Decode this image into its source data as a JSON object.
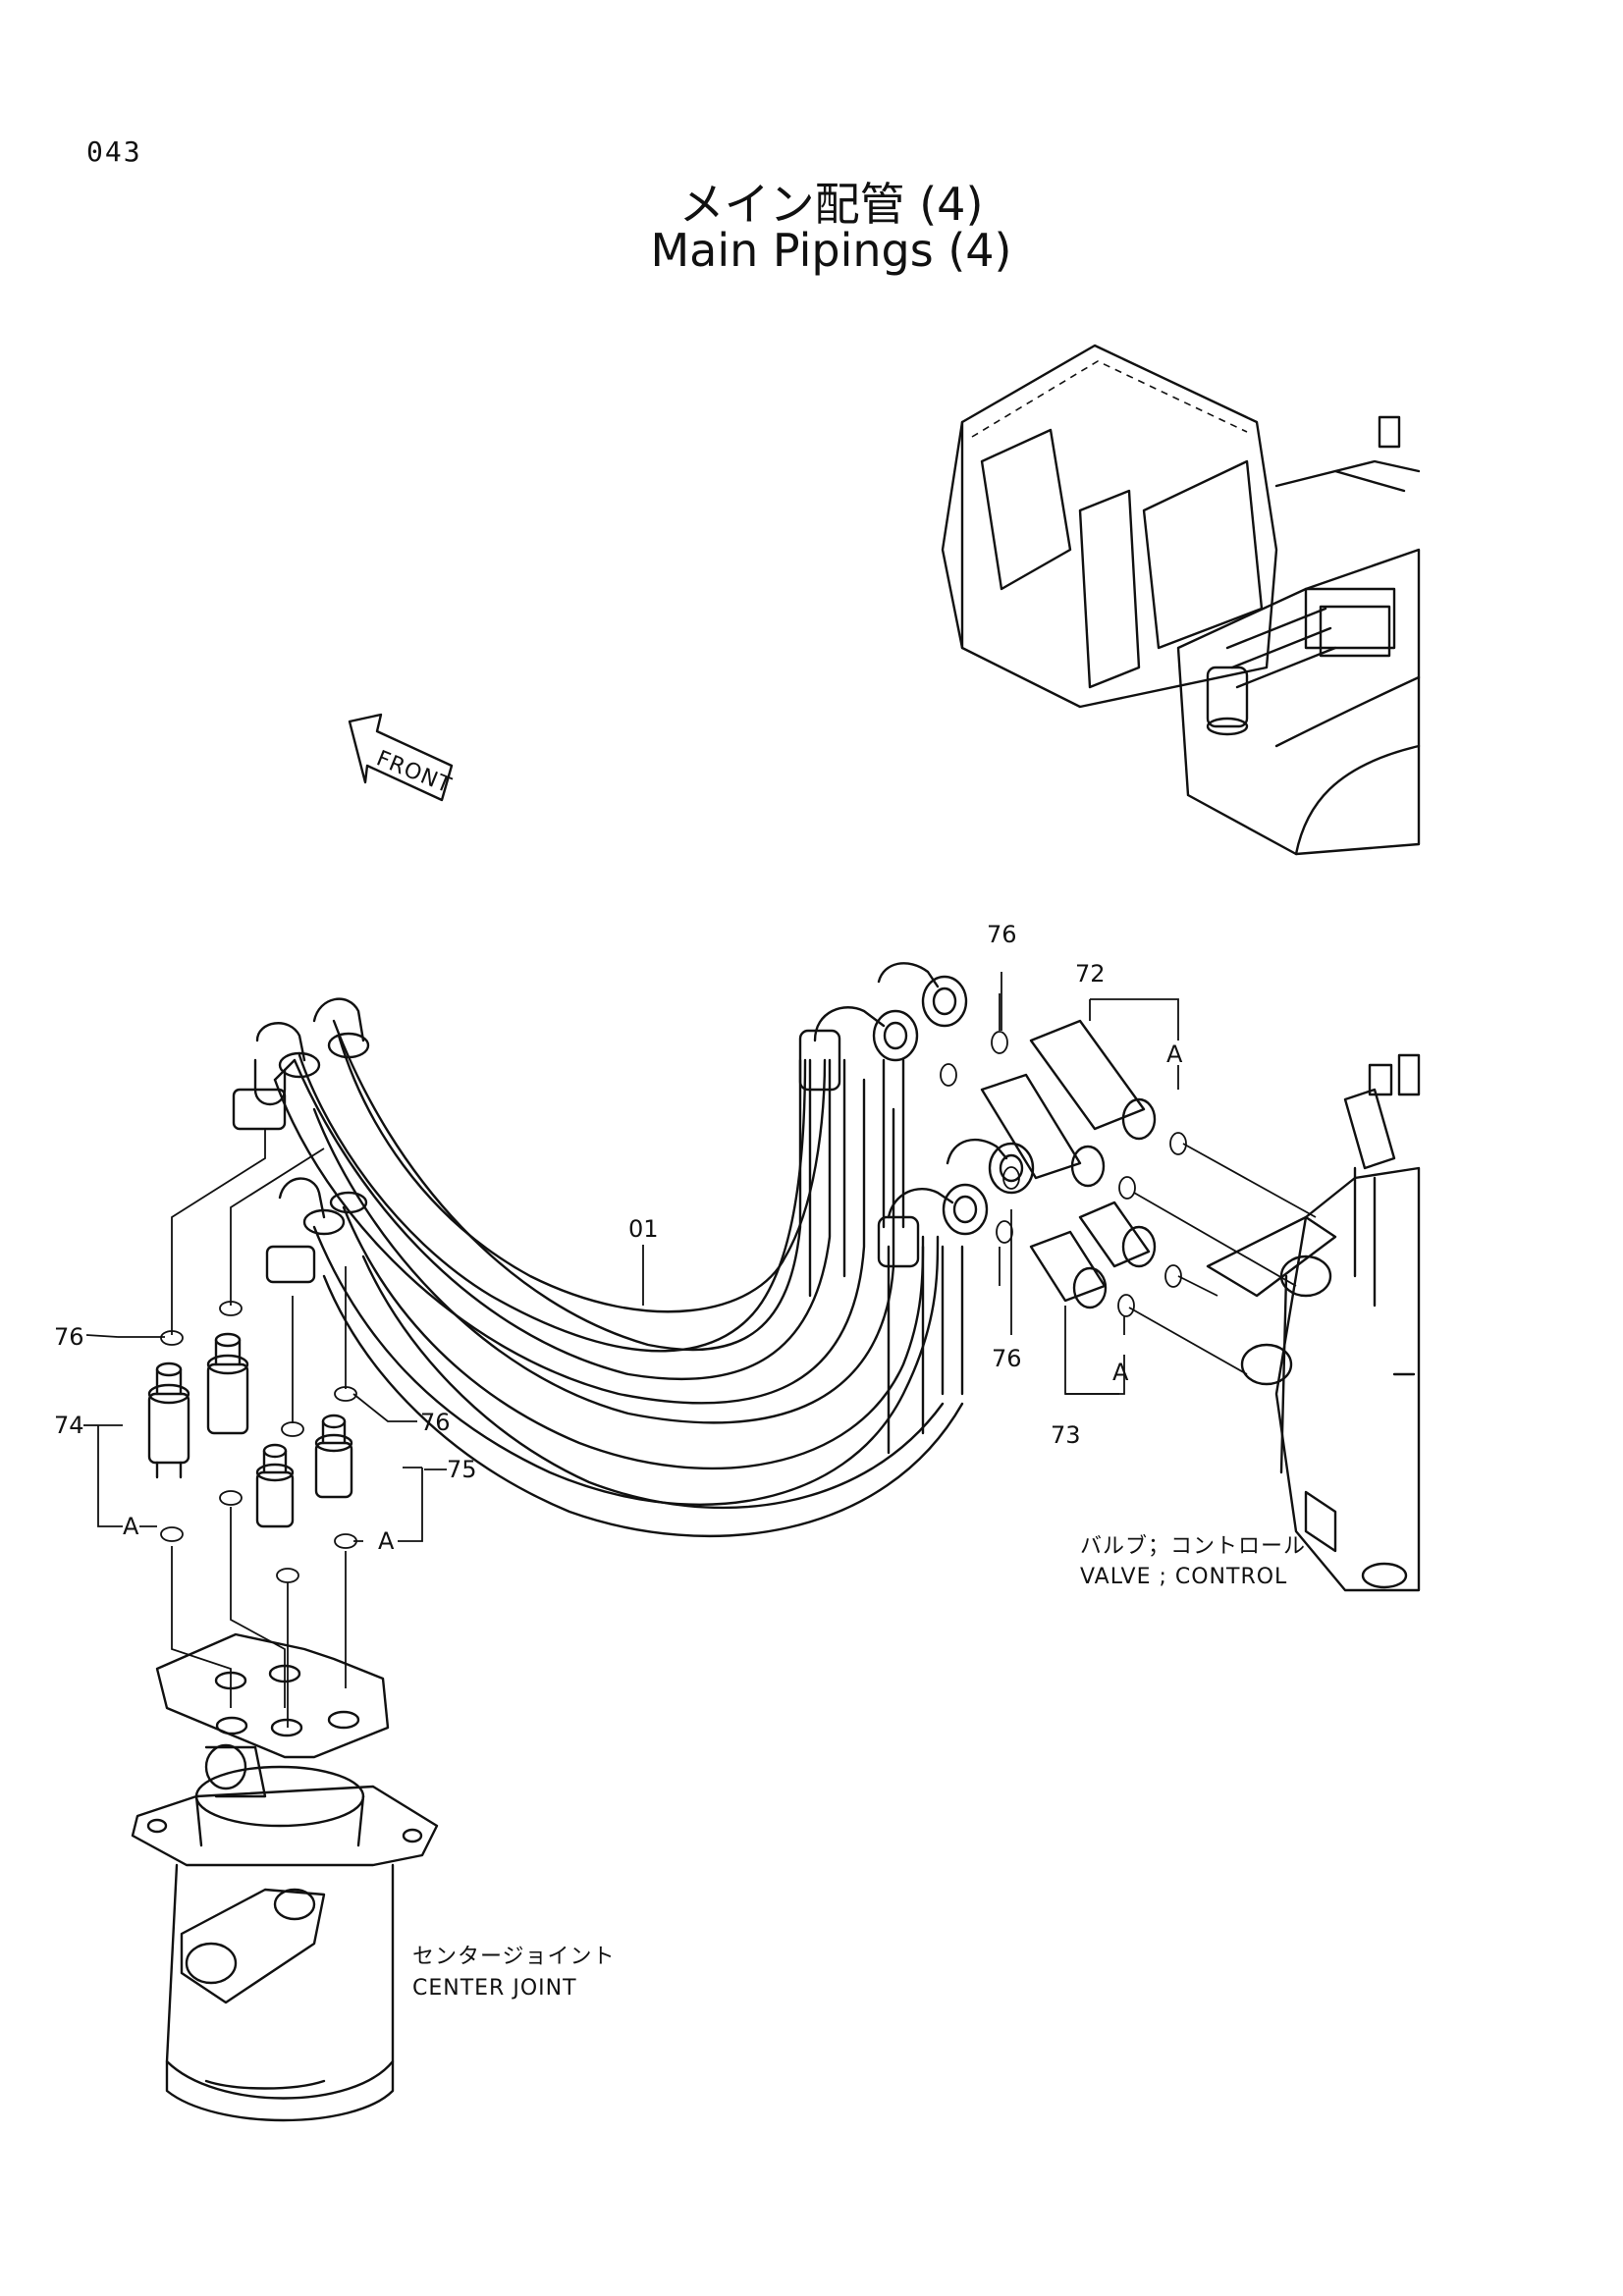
{
  "page": {
    "number": "043",
    "title_jp": "メイン配管 (4)",
    "title_en": "Main Pipings (4)"
  },
  "direction_marker": {
    "text": "FRONT"
  },
  "callouts": {
    "hose": "01",
    "adapter_72": "72",
    "adapter_73": "73",
    "adapter_74": "74",
    "adapter_75": "75",
    "oring_76_top": "76",
    "oring_76_mid": "76",
    "oring_76_left": "76",
    "oring_76_lower": "76",
    "ref_a_72": "A",
    "ref_a_73": "A",
    "ref_a_74": "A",
    "ref_a_75": "A"
  },
  "components": {
    "control_valve_jp": "バルブ；コントロール",
    "control_valve_en": "VALVE ; CONTROL",
    "center_joint_jp": "センタージョイント",
    "center_joint_en": "CENTER JOINT"
  }
}
